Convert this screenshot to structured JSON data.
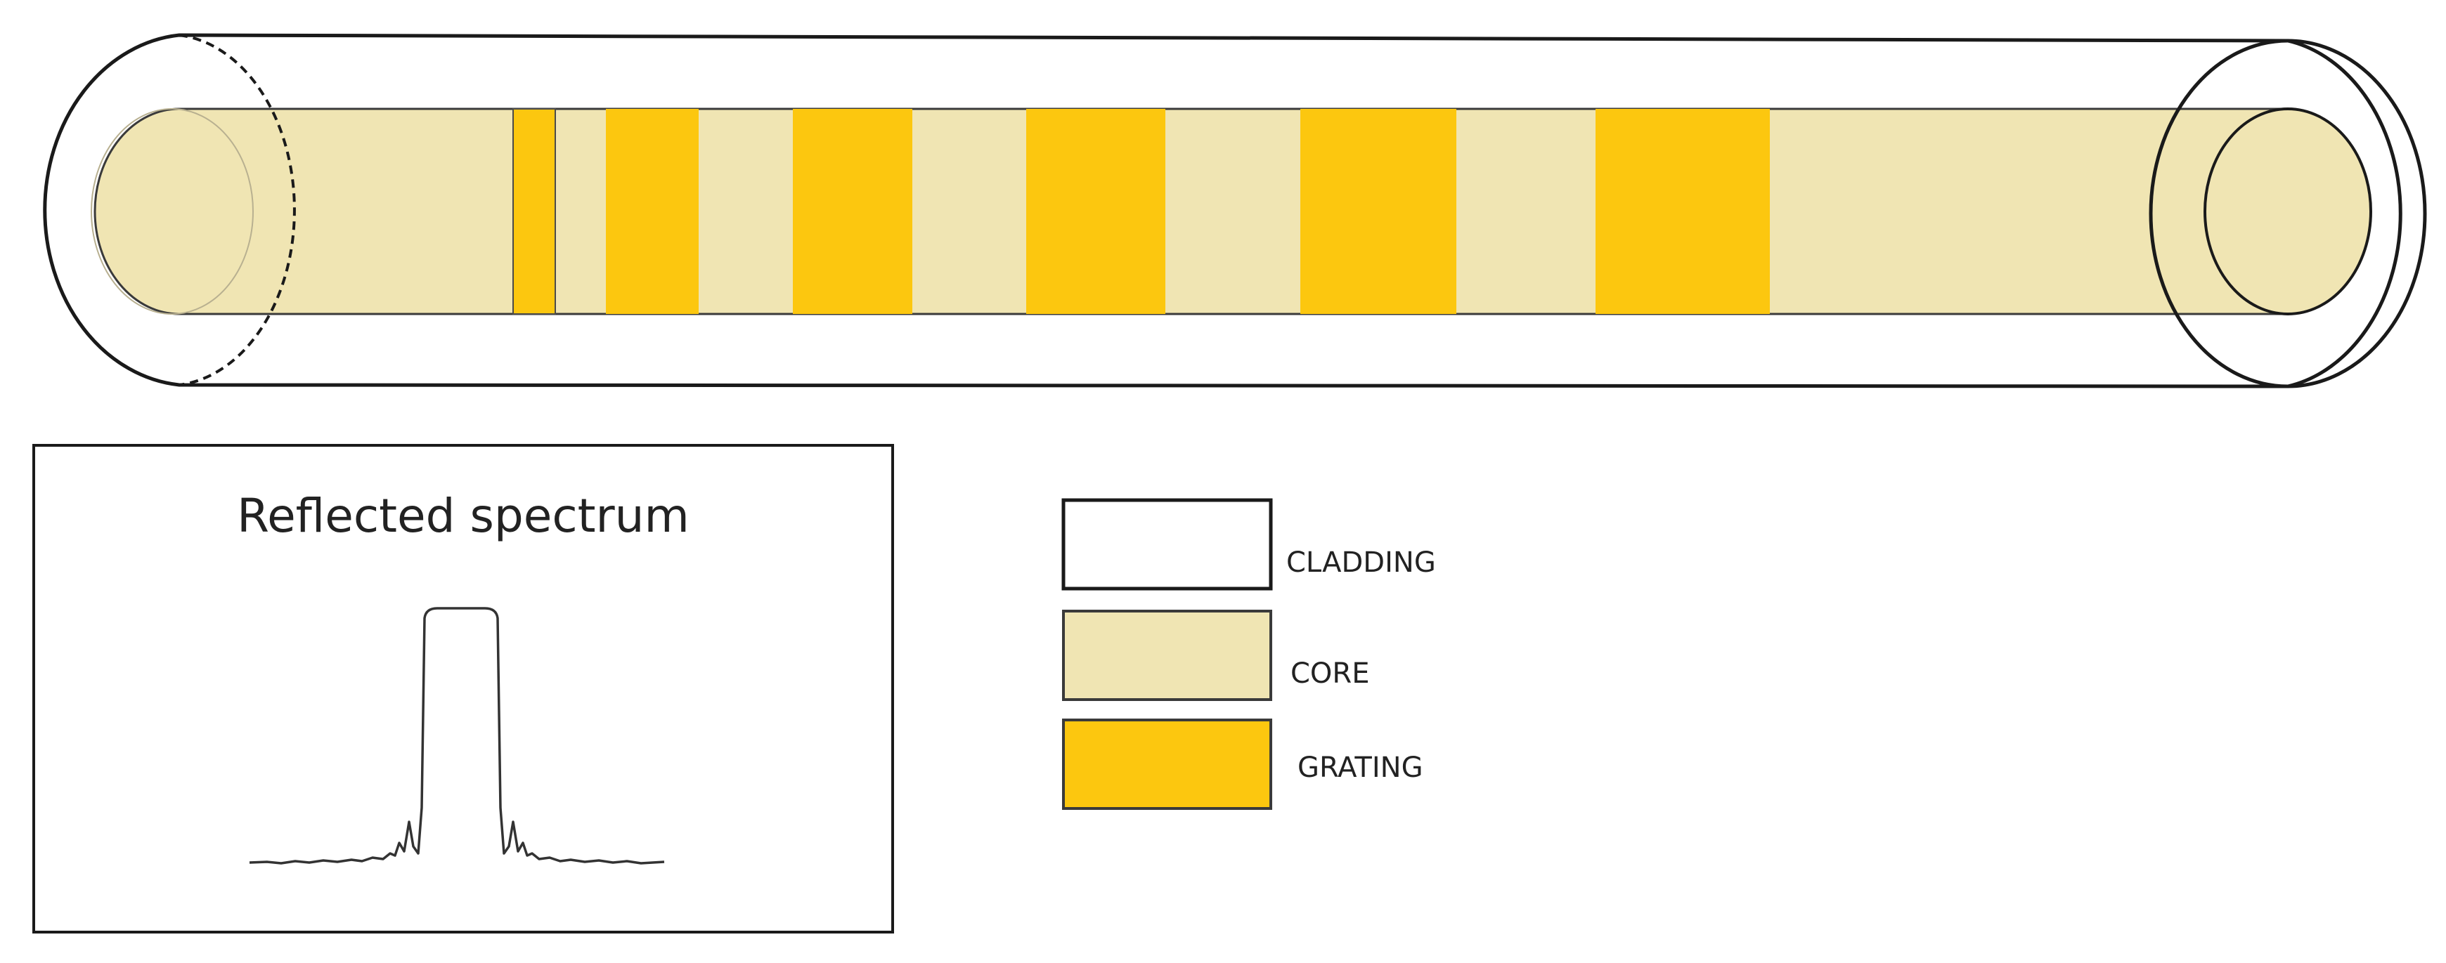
{
  "colors": {
    "cladding": "#ffffff",
    "core": "#f0e5b3",
    "grating": "#fcc70f",
    "outline": "#1a1a1a"
  },
  "fiber": {
    "parts": [
      "cladding",
      "core",
      "grating"
    ]
  },
  "spectrum_box": {
    "title": "Reflected spectrum"
  },
  "legend": {
    "items": [
      {
        "id": "cladding",
        "label": "CLADDING",
        "color": "#ffffff"
      },
      {
        "id": "core",
        "label": "CORE",
        "color": "#f0e5b3"
      },
      {
        "id": "grating",
        "label": "GRATING",
        "color": "#fcc70f"
      }
    ]
  }
}
